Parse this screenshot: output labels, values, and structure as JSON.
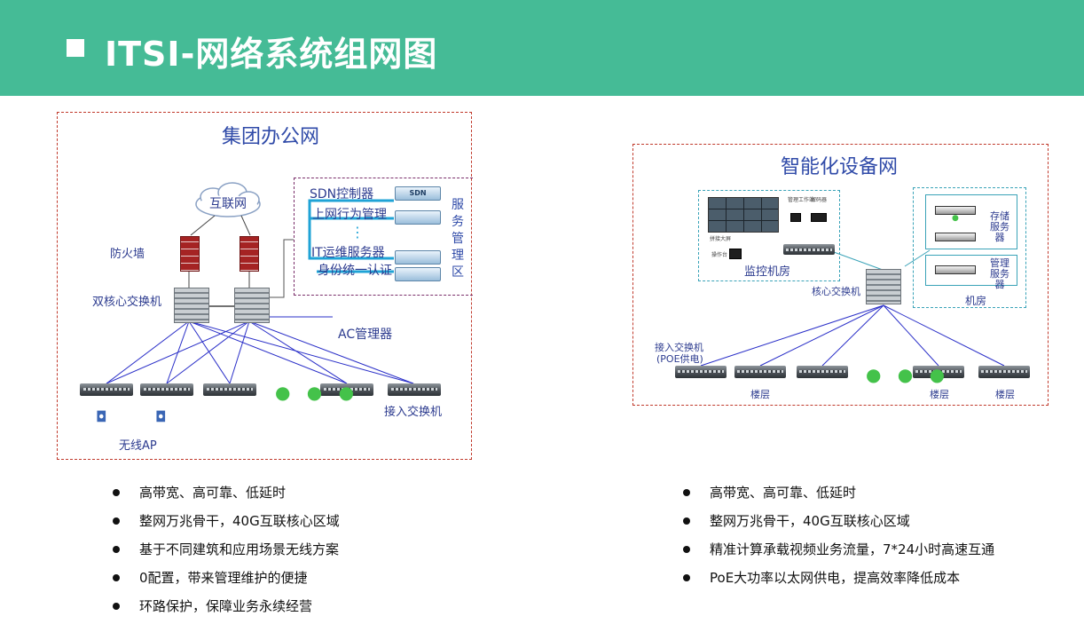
{
  "header": {
    "title": "ITSI-网络系统组网图"
  },
  "left_panel": {
    "title": "集团办公网",
    "internet": "互联网",
    "firewall": "防火墙",
    "core_switch": "双核心交换机",
    "ac_manager": "AC管理器",
    "access_switch": "接入交换机",
    "wireless_ap": "无线AP",
    "service_area": "服务管理区",
    "services": [
      "SDN控制器",
      "上网行为管理",
      "IT运维服务器",
      "身份统一认证"
    ],
    "dots": "⋮",
    "switch_dots": "● ● ●",
    "sdn_tag": "SDN"
  },
  "right_panel": {
    "title": "智能化设备网",
    "video_wall": "拼接大屏",
    "monitor_room": "监控机房",
    "core_switch": "核心交换机",
    "machine_room": "机房",
    "storage_server": "存储服务器",
    "mgmt_server": "管理服务器",
    "access_switch": "接入交换机",
    "poe": "(POE供电)",
    "floor": "楼层",
    "workstation": "管理工作站",
    "decoder": "解码器",
    "keyboard": "操作台",
    "switch_dots": "● ● ●"
  },
  "bullets_left": [
    "高带宽、高可靠、低延时",
    "整网万兆骨干，40G互联核心区域",
    "基于不同建筑和应用场景无线方案",
    "0配置，带来管理维护的便捷",
    "环路保护，保障业务永续经营"
  ],
  "bullets_right": [
    "高带宽、高可靠、低延时",
    "整网万兆骨干，40G互联核心区域",
    "精准计算承载视频业务流量，7*24小时高速互通",
    "PoE大功率以太网供电，提高效率降低成本"
  ],
  "colors": {
    "header": "#45bb96",
    "panel_border": "#c0392b",
    "link": "#2a2fc8",
    "service_link": "#1fa3d6",
    "label": "#2f4aa8"
  }
}
